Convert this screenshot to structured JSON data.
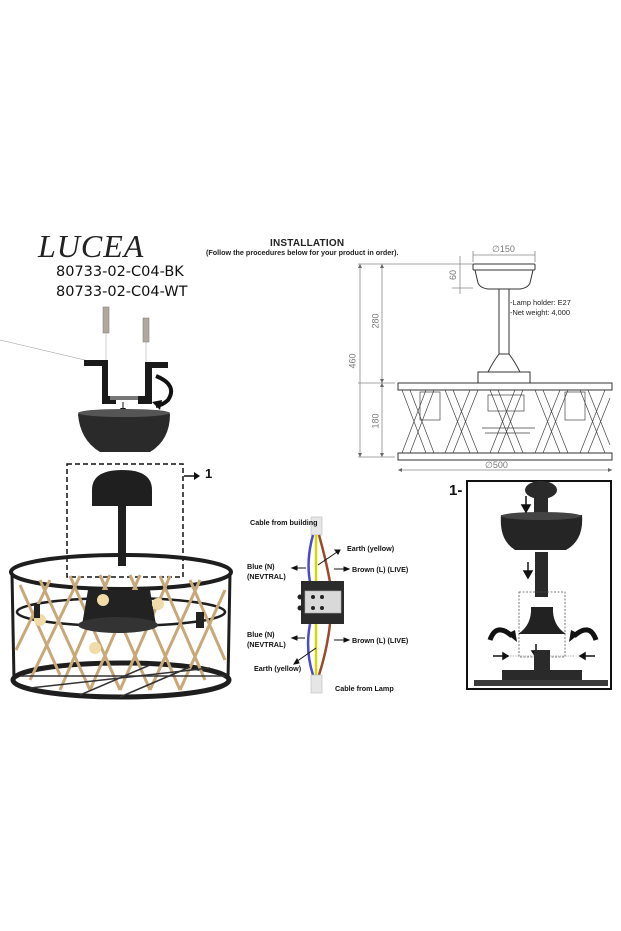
{
  "product": {
    "brand": "LUCEA",
    "models": [
      "80733-02-C04-BK",
      "80733-02-C04-WT"
    ]
  },
  "installation": {
    "title": "INSTALLATION",
    "subtitle": "(Follow the procedures below for your product in order)."
  },
  "technical_drawing": {
    "dimensions": {
      "canopy_diameter": "∅150",
      "canopy_height": "60",
      "rod_height": "280",
      "total_height": "460",
      "cage_height": "180",
      "cage_diameter": "∅500"
    },
    "specs": [
      "-Lamp holder: E27",
      "-Net weight: 4,000"
    ]
  },
  "wiring": {
    "cable_from_building": "Cable from building",
    "cable_from_lamp": "Cable from Lamp",
    "top": {
      "earth": "Earth (yellow)",
      "blue_line1": "Blue (N)",
      "blue_line2": "(NEVTRAL)",
      "brown": "Brown (L) (LIVE)"
    },
    "bottom": {
      "earth": "Earth (yellow)",
      "blue_line1": "Blue (N)",
      "blue_line2": "(NEVTRAL)",
      "brown": "Brown (L) (LIVE)"
    },
    "colors": {
      "blue": "#4a4ad0",
      "yellow": "#d6d600",
      "brown": "#9a4a2a"
    }
  },
  "steps": {
    "callout_label": "1",
    "detail_step_label": "1-"
  },
  "colors": {
    "metal": "#1e1e1e",
    "rope": "#c9a878",
    "line": "#555555"
  }
}
